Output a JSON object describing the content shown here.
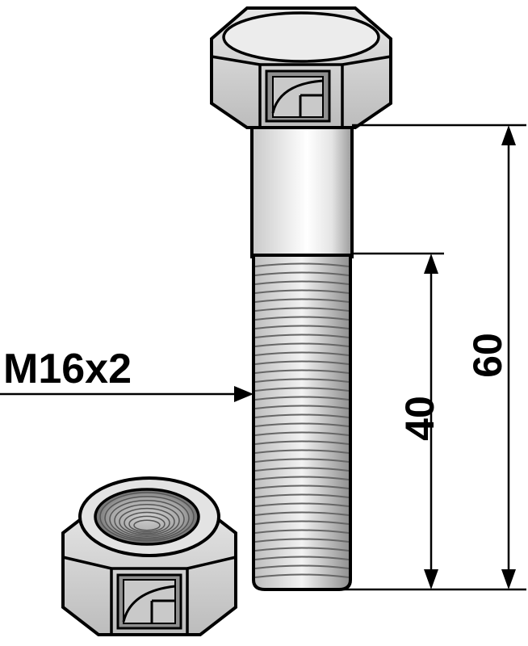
{
  "labels": {
    "thread_spec": "M16x2",
    "thread_length": "40",
    "total_length": "60"
  },
  "colors": {
    "metal_fill": "#d9d9d9",
    "metal_light": "#f4f4f4",
    "metal_dark": "#9a9a9a",
    "outline": "#000000"
  },
  "icons": [
    "hex-bolt-icon",
    "lock-nut-icon",
    "manufacturer-logo-icon"
  ]
}
